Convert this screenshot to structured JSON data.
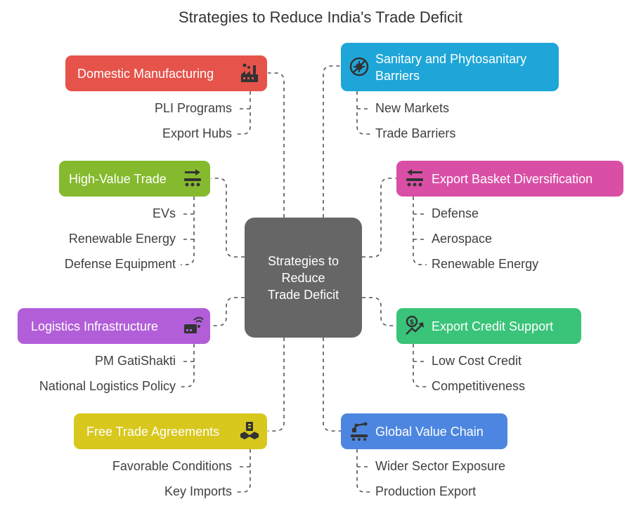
{
  "title": "Strategies to Reduce India's Trade Deficit",
  "center": {
    "line1": "Strategies to",
    "line2": "Reduce",
    "line3": "Trade Deficit"
  },
  "colors": {
    "domestic": "#e5534b",
    "sanitary": "#1ea6d8",
    "highvalue": "#86ba2e",
    "export_basket": "#da4fa6",
    "logistics": "#b25ed9",
    "export_credit": "#39c47a",
    "fta": "#d8c71d",
    "gvc": "#4d86e0",
    "center": "#666666"
  },
  "nodes": {
    "domestic": {
      "label": "Domestic Manufacturing",
      "icon": "factory-icon",
      "items": [
        "PLI Programs",
        "Export Hubs"
      ]
    },
    "sanitary": {
      "label1": "Sanitary and Phytosanitary",
      "label2": "Barriers",
      "icon": "virus-block-icon",
      "items": [
        "New Markets",
        "Trade Barriers"
      ]
    },
    "highvalue": {
      "label": "High-Value Trade",
      "icon": "conveyor-forward-icon",
      "items": [
        "EVs",
        "Renewable Energy",
        "Defense Equipment"
      ]
    },
    "export_basket": {
      "label": "Export Basket Diversification",
      "icon": "conveyor-back-icon",
      "items": [
        "Defense",
        "Aerospace",
        "Renewable Energy"
      ]
    },
    "logistics": {
      "label": "Logistics Infrastructure",
      "icon": "wireless-box-icon",
      "items": [
        "PM GatiShakti",
        "National Logistics Policy"
      ]
    },
    "export_credit": {
      "label": "Export Credit Support",
      "icon": "growth-money-icon",
      "items": [
        "Low Cost Credit",
        "Competitiveness"
      ]
    },
    "fta": {
      "label": "Free Trade Agreements",
      "icon": "handshake-icon",
      "items": [
        "Favorable Conditions",
        "Key Imports"
      ]
    },
    "gvc": {
      "label": "Global Value Chain",
      "icon": "robot-arm-icon",
      "items": [
        "Wider Sector Exposure",
        "Production Export"
      ]
    }
  }
}
